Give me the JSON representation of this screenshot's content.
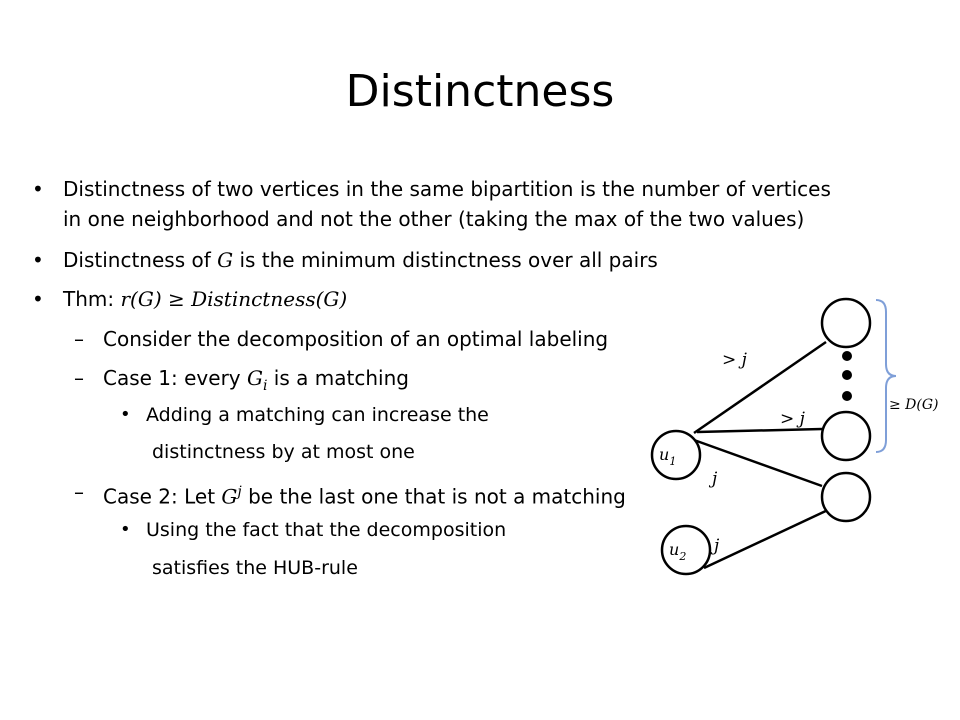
{
  "title": "Distinctness",
  "bullet_symbol": "•",
  "dash_symbol": "–",
  "bullets": {
    "b1": {
      "line1": "Distinctness of two vertices in the same bipartition is the number of vertices",
      "line2": "in one neighborhood and not the other (taking the max of the two values)"
    },
    "b2": {
      "pre": "Distinctness of ",
      "math": "G",
      "post": " is the minimum distinctness over all pairs"
    },
    "b3": {
      "pre": "Thm: ",
      "math": "r(G) ≥ Distinctness(G)"
    },
    "s1": {
      "text": "Consider the decomposition of an optimal labeling"
    },
    "s2": {
      "pre": "Case 1: every ",
      "math": "G",
      "math_sub": "i",
      "post": " is a matching"
    },
    "ss1": {
      "line1": "Adding a matching can increase the",
      "line2": "distinctness by at most one"
    },
    "s3": {
      "pre": "Case 2: Let ",
      "math": "G",
      "math_sup": "j",
      "post": " be the last one that is not a matching"
    },
    "ss2": {
      "line1": "Using the fact that the decomposition",
      "line2": "satisfies the HUB-rule"
    }
  },
  "diagram": {
    "u1": {
      "base": "u",
      "sub": "1"
    },
    "u2": {
      "base": "u",
      "sub": "2"
    },
    "edge_gt_top": "> j",
    "edge_gt_mid": "> j",
    "edge_j1": "j",
    "edge_j2": "j",
    "brace_label": "≥ D(G)",
    "colors": {
      "stroke": "#000000",
      "brace": "#7f9fd8"
    }
  }
}
